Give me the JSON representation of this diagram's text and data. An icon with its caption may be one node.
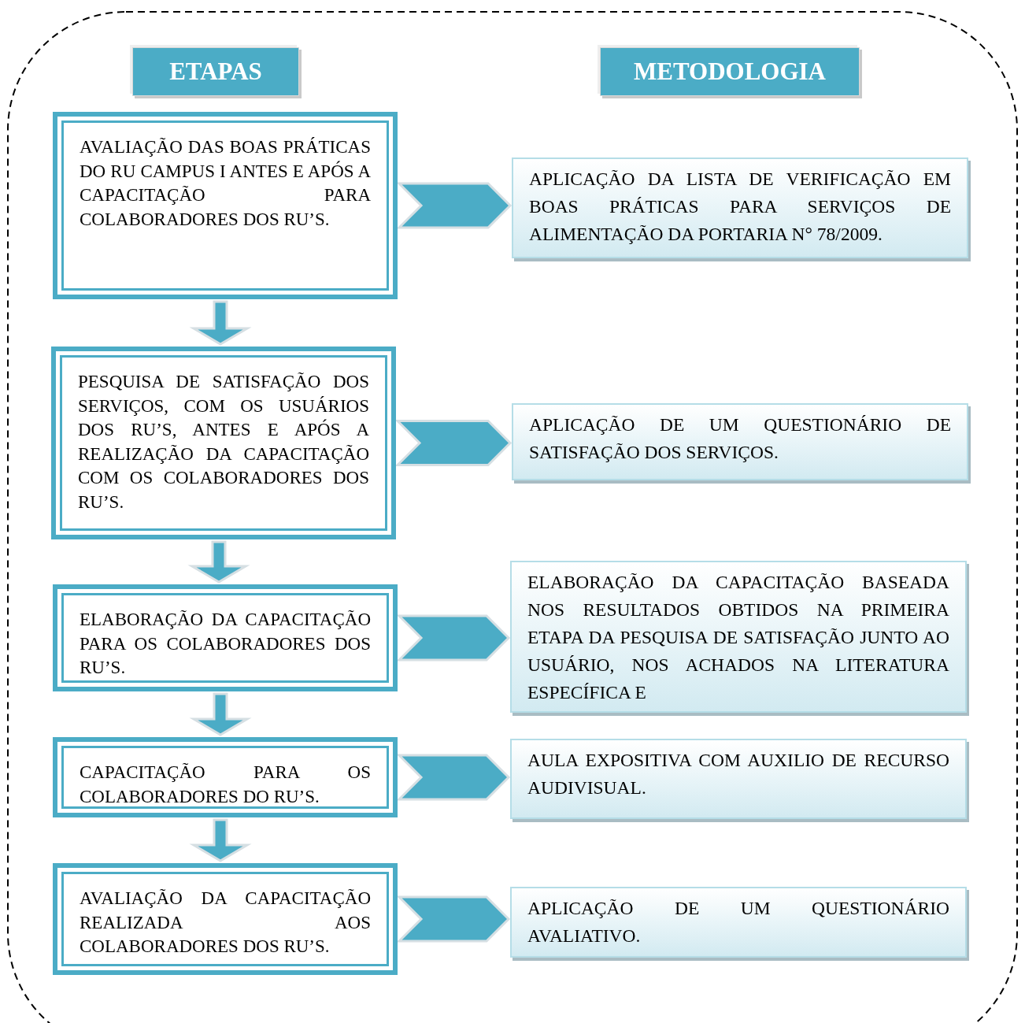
{
  "diagram": {
    "nodes": [
      {
        "text": [
          "ETAPAS"
        ]
      },
      {
        "text": [
          "METODOLOGIA"
        ]
      },
      {
        "text": [
          "AVALIAÇÃO DAS BOAS PRÁTICAS DO RU CAMPUS I ANTES E APÓS A CAPACITAÇÃO PARA COLABORADORES DOS RU’S."
        ]
      },
      {
        "text": [
          "APLICAÇÃO DA LISTA DE VERIFICAÇÃO EM BOAS PRÁTICAS PARA SERVIÇOS DE ALIMENTAÇÃO DA PORTARIA N° 78/2009."
        ]
      },
      {
        "text": [
          "PESQUISA DE SATISFAÇÃO DOS SERVIÇOS, COM OS USUÁRIOS DOS RU’S, ANTES E APÓS A REALIZAÇÃO DA CAPACITAÇÃO COM OS COLABORADORES DOS RU’S."
        ]
      },
      {
        "text": [
          "APLICAÇÃO DE UM QUESTIONÁRIO DE SATISFAÇÃO DOS SERVIÇOS."
        ]
      },
      {
        "text": [
          "ELABORAÇÃO DA CAPACITAÇÃO PARA OS COLABORADORES DOS RU’S."
        ]
      },
      {
        "text": [
          "ELABORAÇÃO DA CAPACITAÇÃO BASEADA NOS RESULTADOS OBTIDOS NA PRIMEIRA ETAPA DA PESQUISA DE SATISFAÇÃO JUNTO AO USUÁRIO, NOS ACHADOS NA LITERATURA ESPECÍFICA E"
        ]
      },
      {
        "text": [
          "CAPACITAÇÃO PARA OS COLABORADORES DO RU’S."
        ]
      },
      {
        "text": [
          "AULA EXPOSITIVA COM AUXILIO DE RECURSO AUDIVISUAL."
        ]
      },
      {
        "text": [
          "AVALIAÇÃO DA CAPACITAÇÃO REALIZADA AOS COLABORADORES DOS RU’S."
        ]
      },
      {
        "text": [
          "APLICAÇÃO DE UM QUESTIONÁRIO AVALIATIVO."
        ]
      }
    ],
    "edges": [
      {
        "from": 2,
        "to": 3,
        "arrow": "to"
      },
      {
        "from": 2,
        "to": 4,
        "arrow": "to"
      },
      {
        "from": 4,
        "to": 5,
        "arrow": "to"
      },
      {
        "from": 4,
        "to": 6,
        "arrow": "to"
      },
      {
        "from": 6,
        "to": 7,
        "arrow": "to"
      },
      {
        "from": 6,
        "to": 8,
        "arrow": "to"
      },
      {
        "from": 8,
        "to": 9,
        "arrow": "to"
      },
      {
        "from": 8,
        "to": 10,
        "arrow": "to"
      },
      {
        "from": 10,
        "to": 11,
        "arrow": "to"
      }
    ]
  }
}
